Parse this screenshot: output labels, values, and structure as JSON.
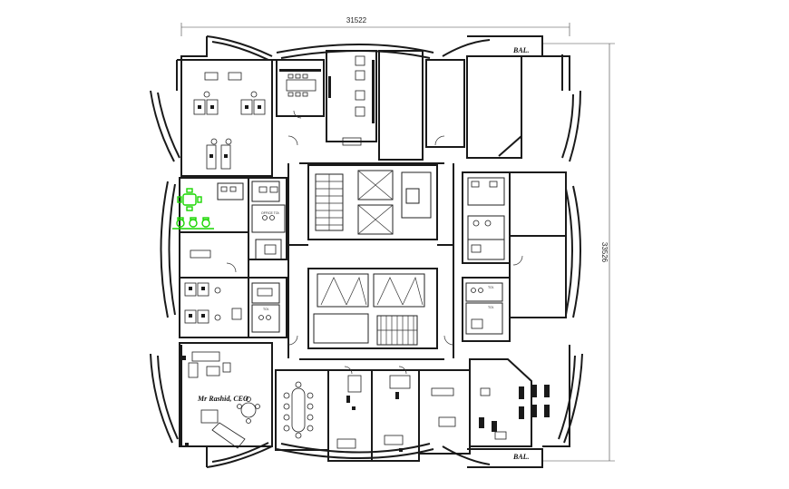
{
  "dimensions": {
    "width_label": "31522",
    "height_label": "33526"
  },
  "labels": {
    "balcony_top": "BAL.",
    "balcony_bottom": "BAL.",
    "ceo_office": "Mr Rashid, CEO",
    "office_toilet": "OFFICE TOI.",
    "toilet_1": "TOI.",
    "toilet_2": "TOI.",
    "toilet_3": "TOI."
  },
  "colors": {
    "lines": "#1a1a1a",
    "highlight": "#19d600",
    "background": "#ffffff"
  }
}
